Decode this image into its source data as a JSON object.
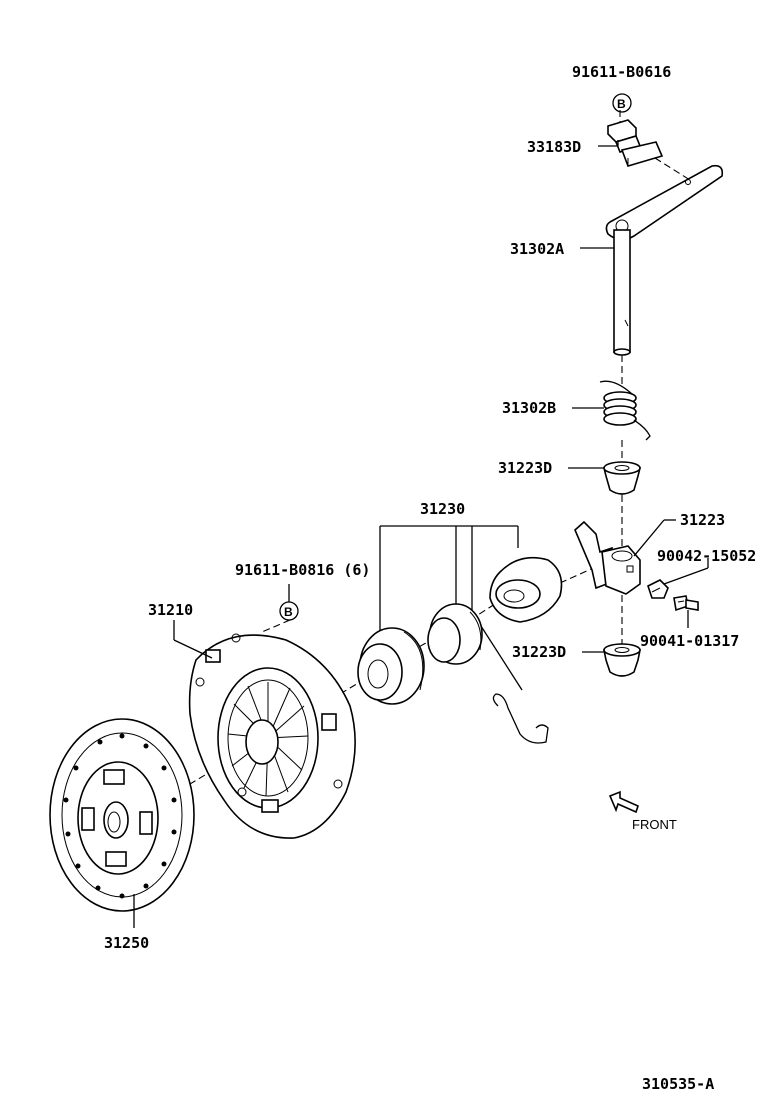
{
  "labels": {
    "bolt_top": "91611-B0616",
    "plate": "33183D",
    "shaft": "31302A",
    "spring": "31302B",
    "bush_upper": "31223D",
    "bearing_set": "31230",
    "fork": "31223",
    "clip": "90042-15052",
    "bolt_fork": "90041-01317",
    "bush_lower": "31223D",
    "bolt_cover": "91611-B0816 (6)",
    "cover": "31210",
    "disc": "31250",
    "front": "FRONT",
    "drawing_no": "310535-A"
  },
  "markers": {
    "top": "B",
    "cover": "B"
  }
}
